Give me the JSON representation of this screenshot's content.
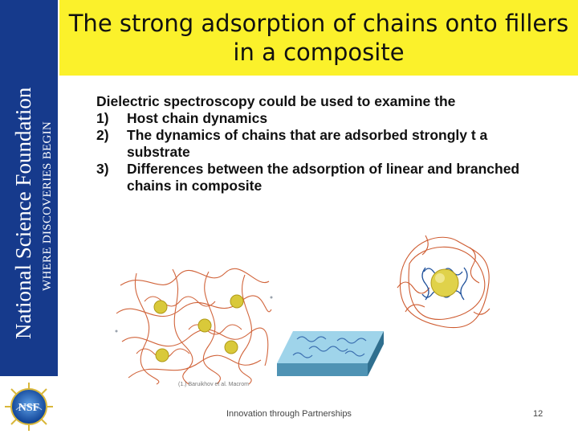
{
  "sidebar": {
    "org_name": "National Science Foundation",
    "tagline": "WHERE DISCOVERIES BEGIN",
    "color": "#163a8c"
  },
  "title": {
    "text": "The strong adsorption of chains onto fillers\nin a composite",
    "background": "#fbf12b"
  },
  "content": {
    "intro": "Dielectric spectroscopy could be used to examine the",
    "items": [
      {
        "num": "1)",
        "text": "Host chain dynamics"
      },
      {
        "num": "2)",
        "text": "The dynamics of chains that are adsorbed strongly t a substrate"
      },
      {
        "num": "3)",
        "text": "Differences between the adsorption of linear and branched chains in composite"
      }
    ]
  },
  "figures": {
    "caption": "(1.) Baruikhov et al. Macrom"
  },
  "logo": {
    "icon": "nsf-logo-icon",
    "text": "NSF"
  },
  "footer": {
    "text": "Innovation through Partnerships",
    "page_number": "12"
  }
}
